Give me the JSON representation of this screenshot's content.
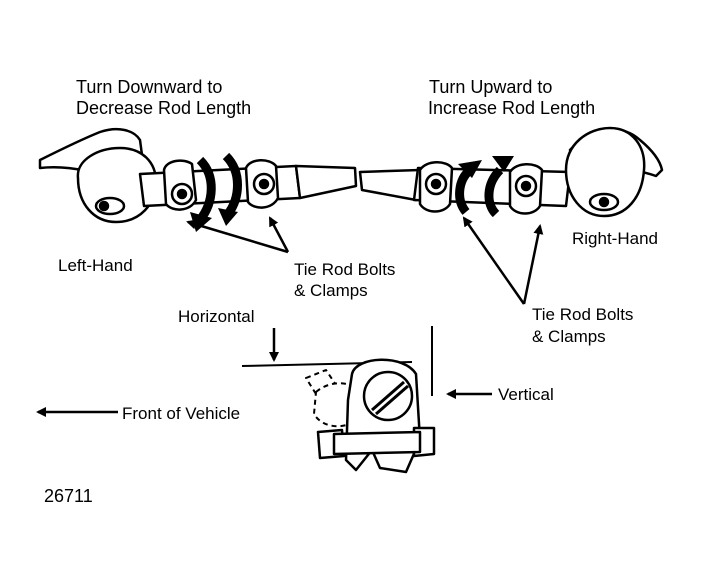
{
  "labels": {
    "turn_down_1": "Turn Downward to",
    "turn_down_2": "Decrease Rod Length",
    "turn_up_1": "Turn Upward to",
    "turn_up_2": "Increase Rod Length",
    "left_hand": "Left-Hand",
    "right_hand": "Right-Hand",
    "bolts_left_1": "Tie Rod Bolts",
    "bolts_left_2": "& Clamps",
    "bolts_right_1": "Tie Rod Bolts",
    "bolts_right_2": "& Clamps",
    "horizontal": "Horizontal",
    "vertical": "Vertical",
    "front": "Front of Vehicle",
    "figure_id": "26711"
  }
}
